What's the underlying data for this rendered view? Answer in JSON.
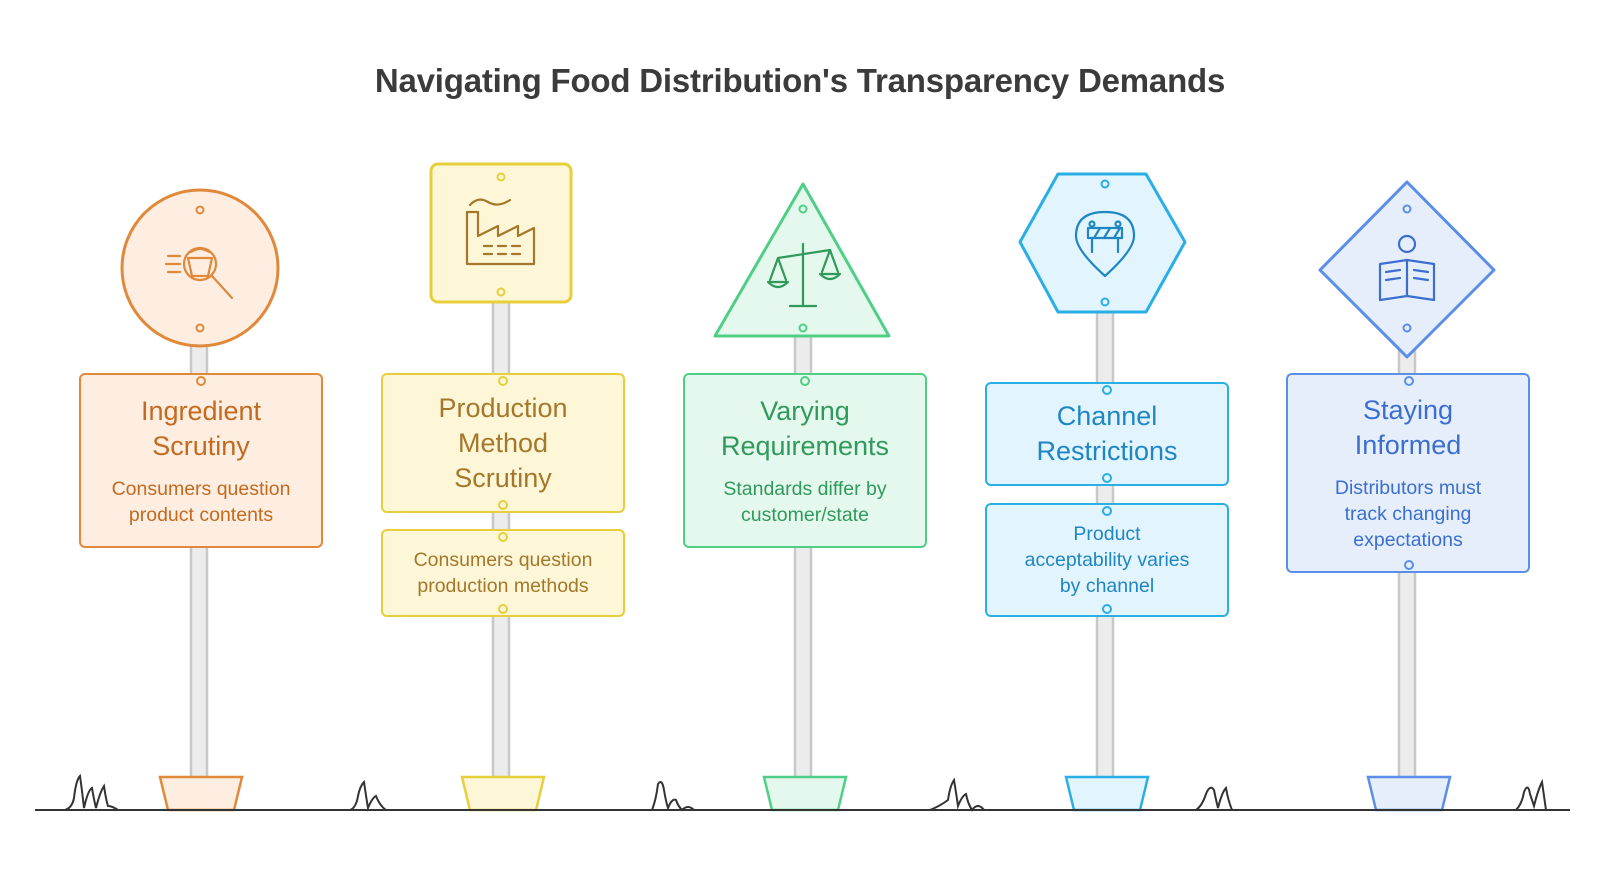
{
  "title": "Navigating Food Distribution's Transparency Demands",
  "colors": {
    "orange": "#e0893a",
    "orange_fill": "#fdeee1",
    "orange_text": "#c46a1f",
    "yellow": "#e6cf3a",
    "yellow_fill": "#fdf7d8",
    "yellow_text": "#a5772a",
    "green": "#4fcf86",
    "green_fill": "#e5f8ed",
    "green_text": "#2f9a5c",
    "cyan": "#29aee6",
    "cyan_fill": "#e2f4fd",
    "cyan_text": "#1f86c4",
    "blue": "#5b8ee6",
    "blue_fill": "#e6eefc",
    "blue_text": "#3a6fd0",
    "pole": "#c8c8c8",
    "ground": "#333333"
  },
  "signs": [
    {
      "icon": "ingredient-magnifier-icon",
      "sign_shape": "circle",
      "title_lines": [
        "Ingredient",
        "Scrutiny"
      ],
      "desc_lines": [
        "Consumers question",
        "product contents"
      ]
    },
    {
      "icon": "factory-icon",
      "sign_shape": "square",
      "title_lines": [
        "Production",
        "Method",
        "Scrutiny"
      ],
      "desc_lines": [
        "Consumers question",
        "production methods"
      ]
    },
    {
      "icon": "balance-scale-icon",
      "sign_shape": "triangle",
      "title_lines": [
        "Varying",
        "Requirements"
      ],
      "desc_lines": [
        "Standards differ by",
        "customer/state"
      ]
    },
    {
      "icon": "roadblock-pin-icon",
      "sign_shape": "hexagon",
      "title_lines": [
        "Channel",
        "Restrictions"
      ],
      "desc_lines": [
        "Product",
        "acceptability varies",
        "by channel"
      ]
    },
    {
      "icon": "person-reading-icon",
      "sign_shape": "diamond",
      "title_lines": [
        "Staying",
        "Informed"
      ],
      "desc_lines": [
        "Distributors must",
        "track changing",
        "expectations"
      ]
    }
  ]
}
